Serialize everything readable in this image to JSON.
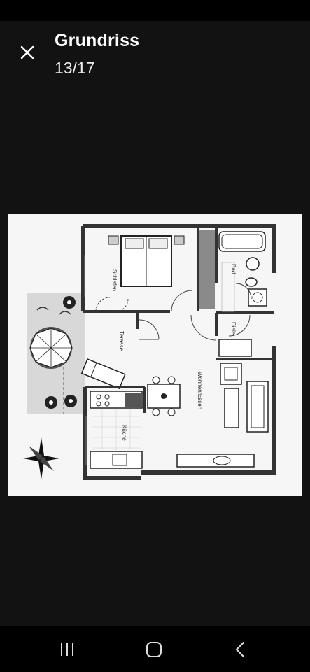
{
  "header": {
    "title": "Grundriss",
    "counter": "13/17"
  },
  "floorplan": {
    "rooms": {
      "bedroom": "Schlafen",
      "bath": "Bad",
      "hall": "Diele",
      "terrace": "Terasse",
      "living": "Wohnen/Essen",
      "kitchen": "Küche"
    }
  },
  "icons": {
    "close": "close-icon",
    "recents": "recents-icon",
    "home": "home-icon",
    "back": "back-icon"
  }
}
